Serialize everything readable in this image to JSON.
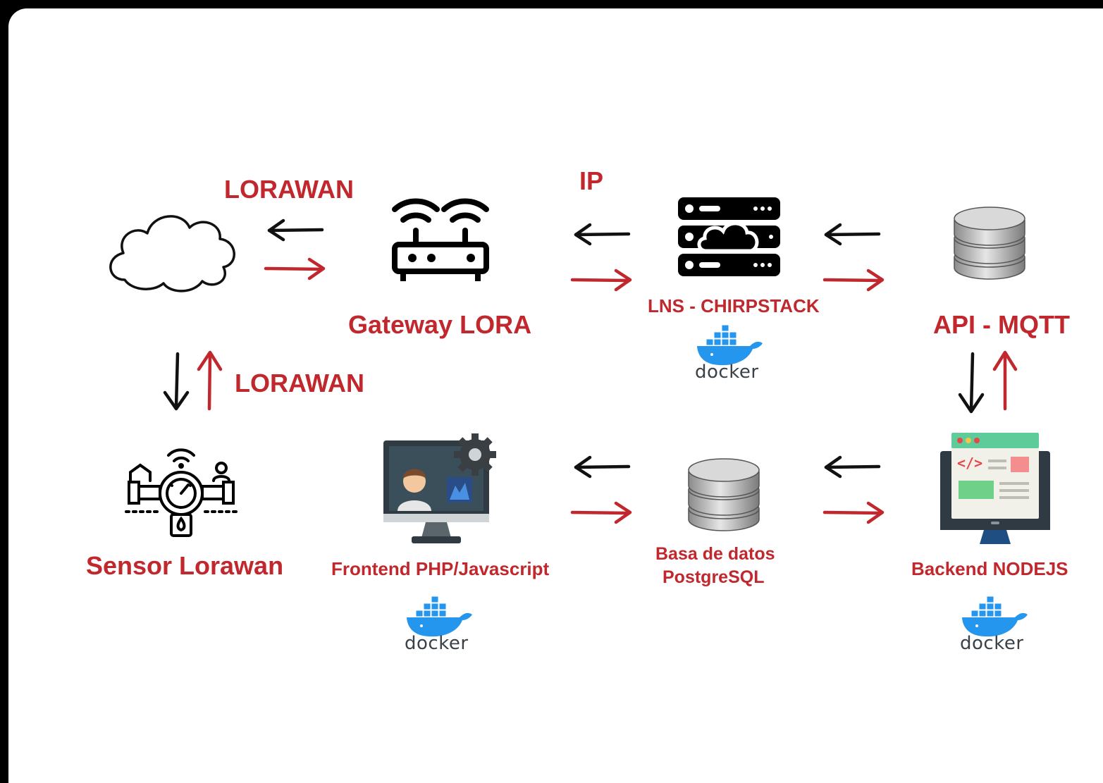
{
  "labels": {
    "lorawan_top": "LORAWAN",
    "ip": "IP",
    "gateway": "Gateway LORA",
    "lns": "LNS - CHIRPSTACK",
    "api": "API - MQTT",
    "lorawan_side": "LORAWAN",
    "sensor": "Sensor Lorawan",
    "frontend": "Frontend PHP/Javascript",
    "database_line1": "Basa de datos",
    "database_line2": "PostgreSQL",
    "backend": "Backend NODEJS"
  },
  "docker_text": "docker",
  "icons": [
    "cloud-icon",
    "router-icon",
    "server-cloud-icon",
    "database-icon",
    "smart-meter-icon",
    "monitor-user-icon",
    "database-icon",
    "code-monitor-icon",
    "docker-icon"
  ],
  "colors": {
    "accent": "#c0282d",
    "black_arrow": "#111111",
    "red_arrow": "#c0282d",
    "docker_blue": "#2496ed"
  }
}
